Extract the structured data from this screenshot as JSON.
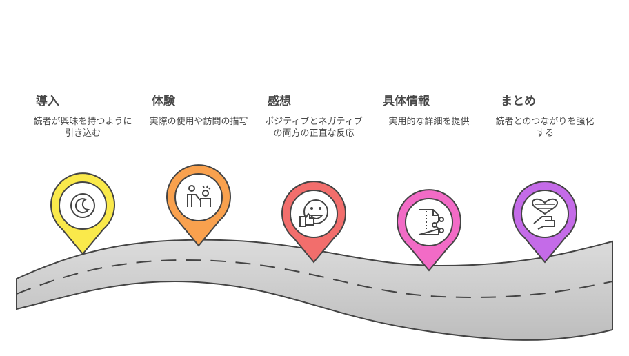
{
  "steps": [
    {
      "title": "導入",
      "description": "読者が興味を持つように引き込む",
      "color": "#FAE94B",
      "icon": "moon-clock-icon"
    },
    {
      "title": "体験",
      "description": "実際の使用や訪問の描写",
      "color": "#F9A14E",
      "icon": "person-presenting-icon"
    },
    {
      "title": "感想",
      "description": "ポジティブとネガティブの両方の正直な反応",
      "color": "#F26E6C",
      "icon": "smiley-thumbs-up-icon"
    },
    {
      "title": "具体情報",
      "description": "実用的な詳細を提供",
      "color": "#F26BC6",
      "icon": "document-share-icon"
    },
    {
      "title": "まとめ",
      "description": "読者とのつながりを強化する",
      "color": "#C46BE8",
      "icon": "heart-hand-icon"
    }
  ]
}
